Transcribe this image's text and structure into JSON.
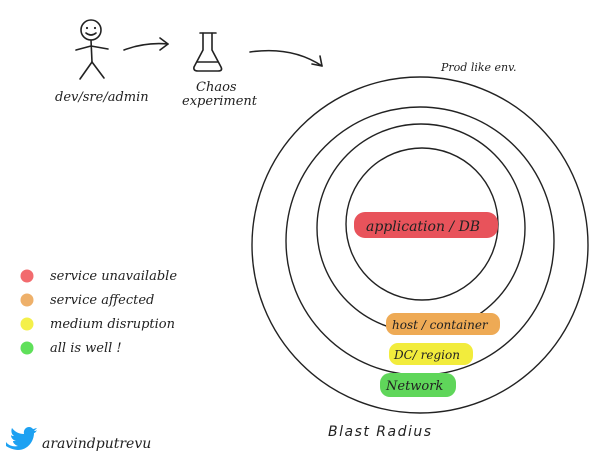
{
  "actor": {
    "label": "dev/sre/admin",
    "icon": "stick-figure-icon"
  },
  "experiment": {
    "label_line1": "Chaos",
    "label_line2": "experiment",
    "icon": "flask-icon"
  },
  "environment": {
    "label": "Prod like env."
  },
  "rings": [
    {
      "label": "application / DB",
      "color": "#e8535b"
    },
    {
      "label": "host / container",
      "color": "#eeaa55"
    },
    {
      "label": "DC/ region",
      "color": "#f2ec3c"
    },
    {
      "label": "Network",
      "color": "#5fd65a"
    }
  ],
  "blast_radius": {
    "label": "Blast Radius"
  },
  "legend": [
    {
      "label": "service unavailable",
      "color": "#f26b6e"
    },
    {
      "label": "service affected",
      "color": "#eeb06a"
    },
    {
      "label": "medium disruption",
      "color": "#f4f04a"
    },
    {
      "label": "all is well !",
      "color": "#5fe05a"
    }
  ],
  "credit": {
    "handle": "aravindputrevu",
    "icon": "twitter-bird-icon",
    "icon_color": "#1da1f2"
  }
}
